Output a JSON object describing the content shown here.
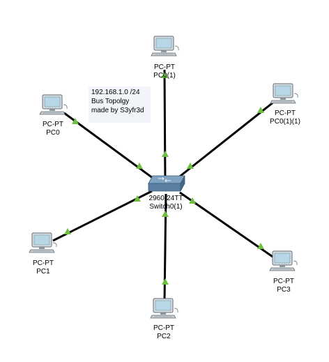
{
  "note": {
    "lines": [
      "192.168.1.0 /24",
      "Bus Topolgy",
      "made by S3yfr3d"
    ]
  },
  "switch": {
    "model": "2960-24TT",
    "name": "Switch0(1)"
  },
  "pcs": [
    {
      "id": "pc0-1",
      "model": "PC-PT",
      "name": "PC0(1)"
    },
    {
      "id": "pc0",
      "model": "PC-PT",
      "name": "PC0"
    },
    {
      "id": "pc0-1-1",
      "model": "PC-PT",
      "name": "PC0(1)(1)"
    },
    {
      "id": "pc1",
      "model": "PC-PT",
      "name": "PC1"
    },
    {
      "id": "pc2",
      "model": "PC-PT",
      "name": "PC2"
    },
    {
      "id": "pc3",
      "model": "PC-PT",
      "name": "PC3"
    }
  ],
  "colors": {
    "link": "#000000",
    "link_status_up": "#6dbf3f",
    "pc_screen": "#b8d7e6",
    "switch_body": "#5a7fa0"
  }
}
